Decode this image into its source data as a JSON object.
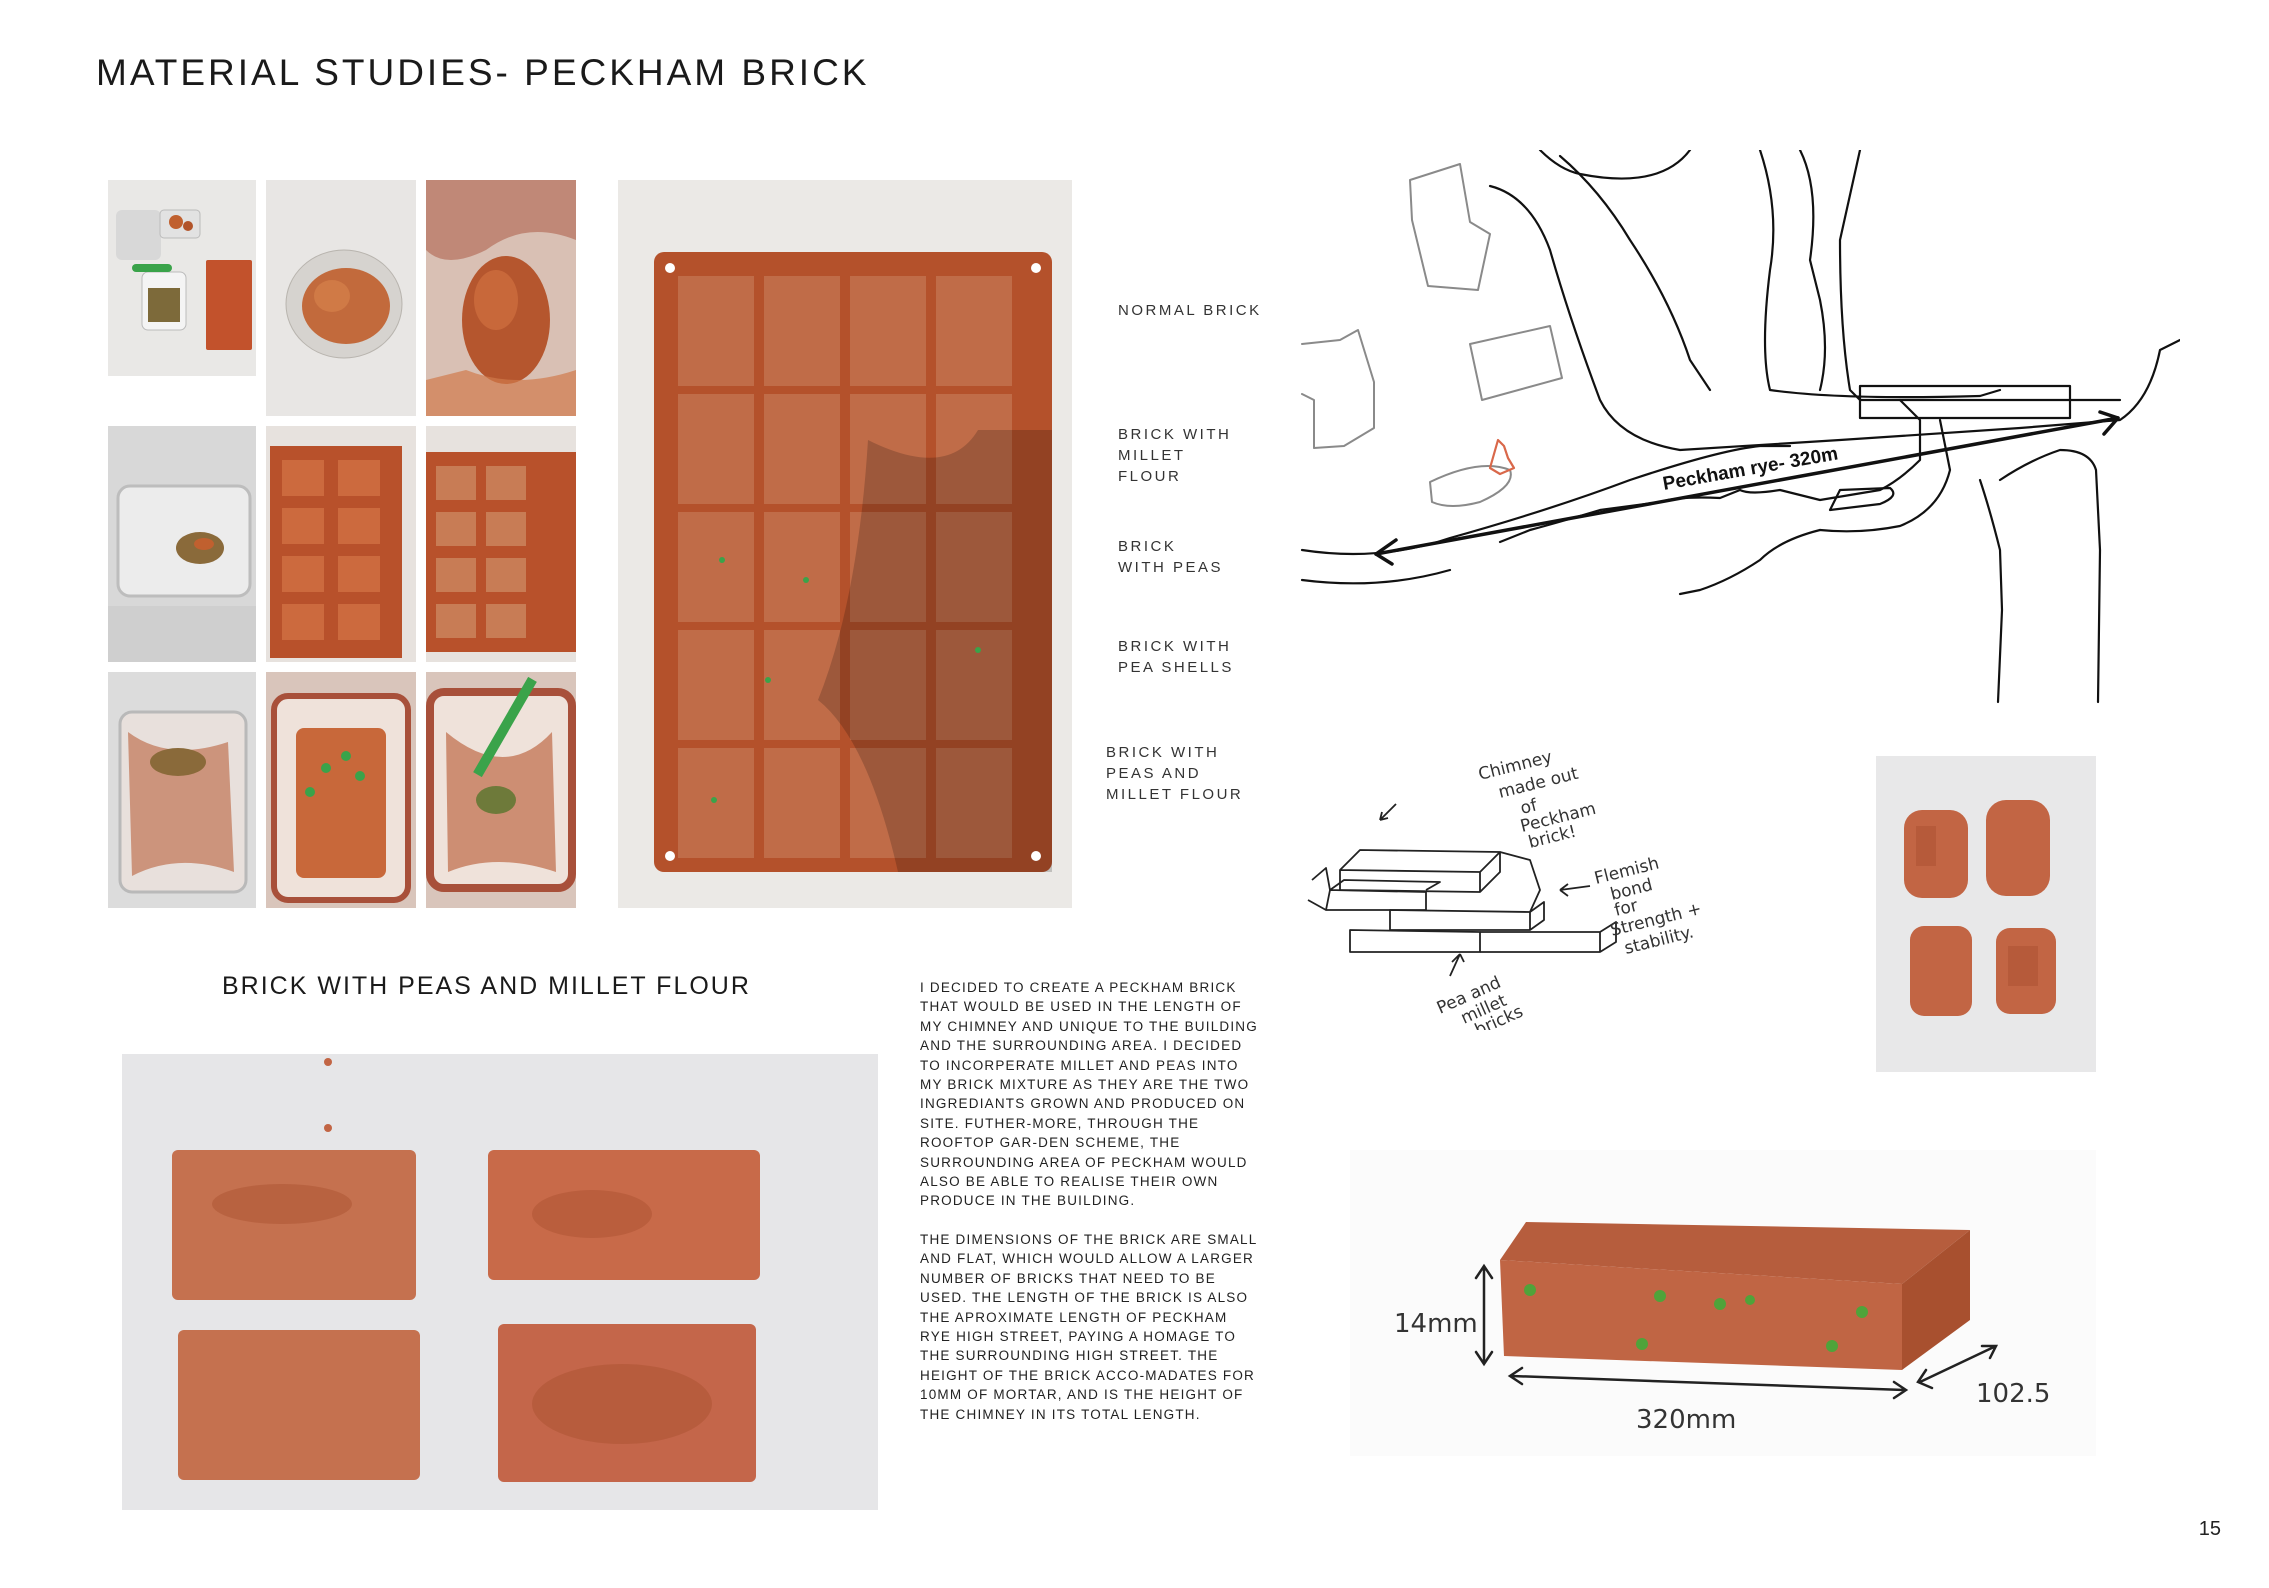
{
  "page": {
    "title": "MATERIAL STUDIES- PECKHAM BRICK",
    "subtitle": "BRICK WITH PEAS AND MILLET FLOUR",
    "page_number": "15"
  },
  "mould_labels": [
    "NORMAL BRICK",
    "BRICK WITH MILLET FLOUR",
    "BRICK WITH PEAS",
    "BRICK WITH PEA SHELLS",
    "BRICK WITH PEAS AND MILLET FLOUR"
  ],
  "paragraphs": [
    "I DECIDED TO CREATE A PECKHAM BRICK THAT WOULD BE USED IN THE LENGTH OF MY CHIMNEY AND UNIQUE TO THE BUILDING AND THE SURROUNDING AREA. I DECIDED TO INCORPERATE MILLET AND PEAS INTO MY BRICK MIXTURE AS THEY ARE THE TWO INGREDIANTS GROWN AND PRODUCED ON SITE. FUTHER-MORE, THROUGH THE ROOFTOP GAR-DEN SCHEME, THE SURROUNDING AREA OF PECKHAM WOULD ALSO BE ABLE TO REALISE THEIR OWN PRODUCE IN THE BUILDING.",
    "THE DIMENSIONS OF THE BRICK ARE SMALL AND FLAT, WHICH WOULD ALLOW A LARGER NUMBER OF BRICKS THAT NEED TO BE USED. THE LENGTH OF THE BRICK IS ALSO THE APROXIMATE LENGTH OF PECKHAM RYE HIGH STREET, PAYING A HOMAGE TO THE SURROUNDING HIGH STREET. THE HEIGHT OF THE BRICK ACCO-MADATES FOR 10MM OF MORTAR, AND IS THE HEIGHT OF THE CHIMNEY IN ITS TOTAL LENGTH."
  ],
  "map": {
    "label": "Peckham rye- 320m"
  },
  "chimney_sketch": {
    "note_chimney": [
      "Chimney",
      "made out",
      "of",
      "Peckham",
      "brick!"
    ],
    "note_bond": [
      "Flemish",
      "bond",
      "for",
      "Strength +",
      "stability."
    ],
    "note_peas": [
      "Pea and",
      "millet",
      "bricks"
    ]
  },
  "dimension_sketch": {
    "height": "14mm",
    "length": "320mm",
    "depth": "102.5"
  },
  "colors": {
    "brick": "#c86a4a",
    "mould": "#b5542f",
    "ink": "#1a1a1a"
  }
}
